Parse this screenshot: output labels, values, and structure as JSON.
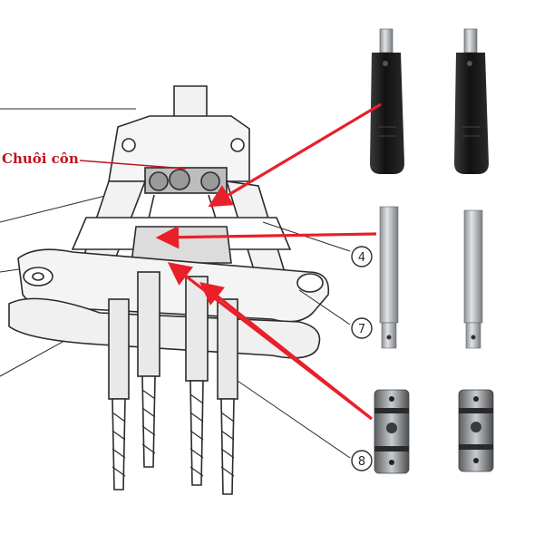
{
  "callout": {
    "label": "Chuôi côn",
    "color": "#c0141c"
  },
  "part_numbers": [
    "4",
    "7",
    "8"
  ],
  "colors": {
    "arrow": "#e8202a",
    "ink": "#2b2b2b",
    "part_black": "#1a1a1a",
    "part_steel": "#b8bcc0"
  },
  "parts": [
    {
      "name": "taper-shank",
      "count": 2
    },
    {
      "name": "hex-shaft",
      "count": 2
    },
    {
      "name": "universal-joint",
      "count": 2
    }
  ]
}
